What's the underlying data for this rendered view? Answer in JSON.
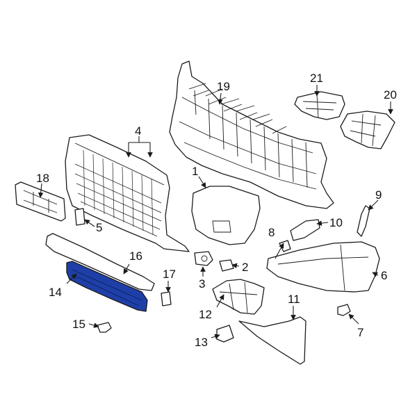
{
  "highlight_color": "#1f3fa8",
  "callouts": [
    {
      "id": "1",
      "text": "1"
    },
    {
      "id": "2",
      "text": "2"
    },
    {
      "id": "3",
      "text": "3"
    },
    {
      "id": "4",
      "text": "4"
    },
    {
      "id": "5",
      "text": "5"
    },
    {
      "id": "6",
      "text": "6"
    },
    {
      "id": "7",
      "text": "7"
    },
    {
      "id": "8",
      "text": "8"
    },
    {
      "id": "9",
      "text": "9"
    },
    {
      "id": "10",
      "text": "10"
    },
    {
      "id": "11",
      "text": "11"
    },
    {
      "id": "12",
      "text": "12"
    },
    {
      "id": "13",
      "text": "13"
    },
    {
      "id": "14",
      "text": "14"
    },
    {
      "id": "15",
      "text": "15"
    },
    {
      "id": "16",
      "text": "16"
    },
    {
      "id": "17",
      "text": "17"
    },
    {
      "id": "18",
      "text": "18"
    },
    {
      "id": "19",
      "text": "19"
    },
    {
      "id": "20",
      "text": "20"
    },
    {
      "id": "21",
      "text": "21"
    }
  ]
}
